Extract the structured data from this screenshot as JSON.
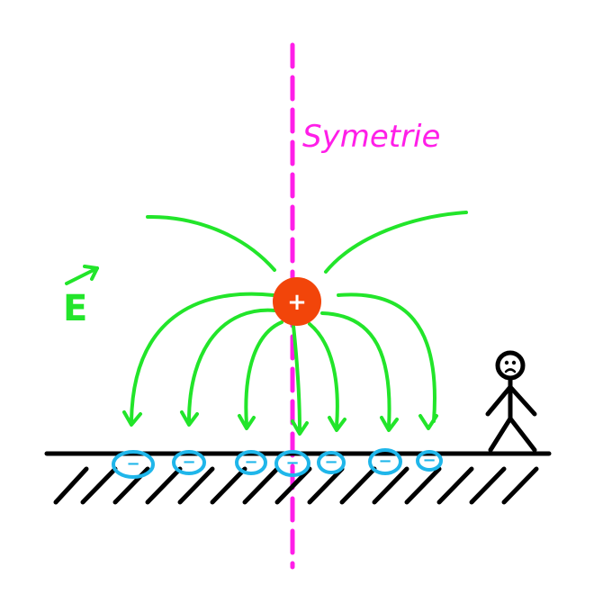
{
  "symmetry_label": "Symetrie",
  "field_label": "E",
  "point_charge": {
    "sign": "+"
  },
  "induced_charges": {
    "sign": "−",
    "count": 7
  },
  "colors": {
    "background": "#ffffff",
    "symmetry_axis": "#ff1ee8",
    "field_lines": "#22e52a",
    "point_charge": "#f2450a",
    "induced_charges": "#1fb6ea",
    "ground": "#000000",
    "person": "#000000"
  },
  "icons": {
    "person": "stick-figure-worried-icon"
  }
}
